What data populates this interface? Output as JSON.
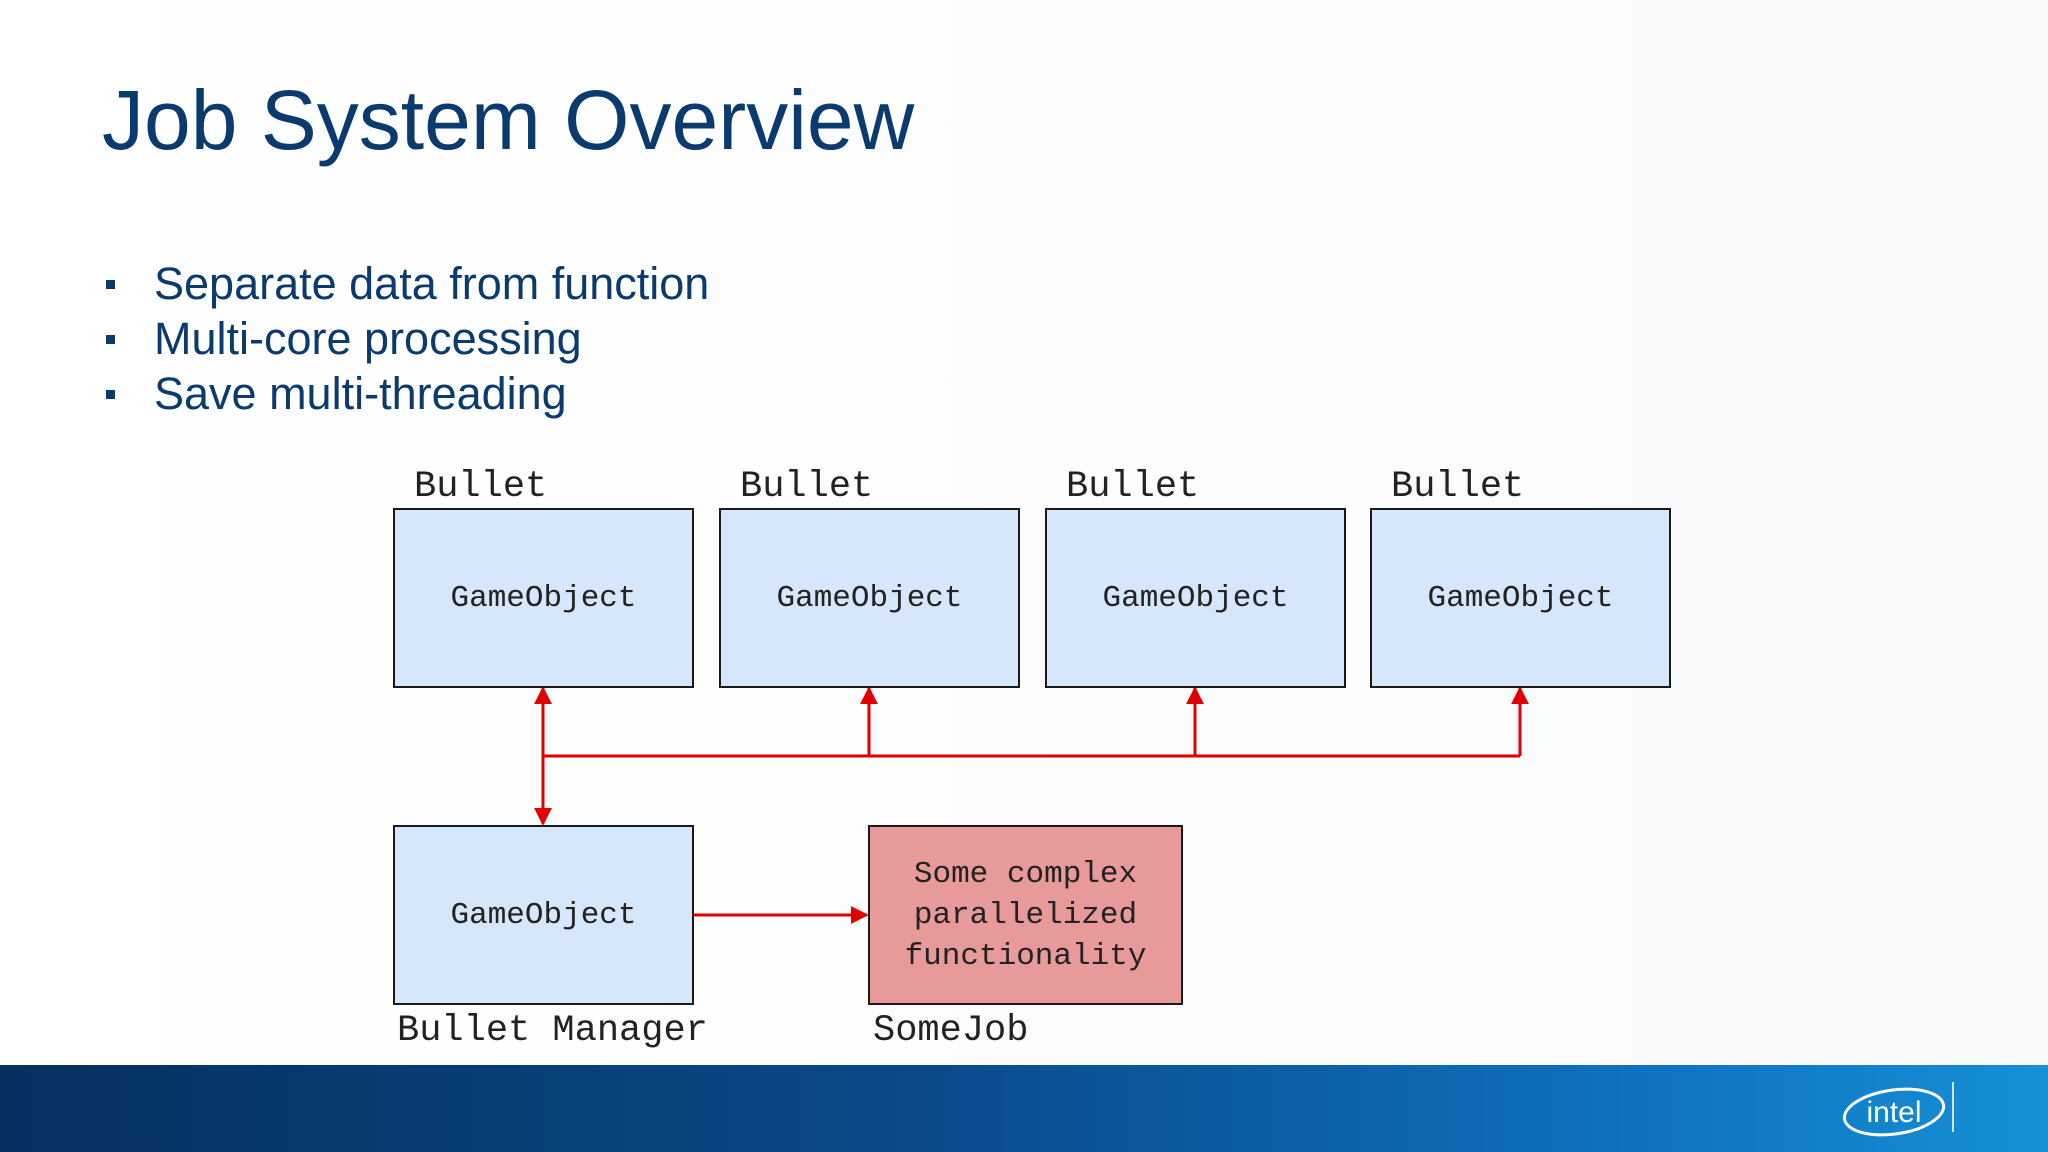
{
  "slide": {
    "title": "Job System Overview",
    "bullets": [
      "Separate data from function",
      "Multi-core processing",
      "Save multi-threading"
    ]
  },
  "diagram": {
    "top_objects": [
      {
        "label": "Bullet",
        "box_text": "GameObject"
      },
      {
        "label": "Bullet",
        "box_text": "GameObject"
      },
      {
        "label": "Bullet",
        "box_text": "GameObject"
      },
      {
        "label": "Bullet",
        "box_text": "GameObject"
      }
    ],
    "manager": {
      "box_text": "GameObject",
      "label": "Bullet Manager"
    },
    "job": {
      "lines": [
        "Some complex",
        "parallelized",
        "functionality"
      ],
      "label": "SomeJob"
    },
    "connector_color": "#e00000"
  },
  "footer": {
    "logo_text": "intel",
    "colors": {
      "dark": "#06305e",
      "light": "#1690d6"
    }
  }
}
